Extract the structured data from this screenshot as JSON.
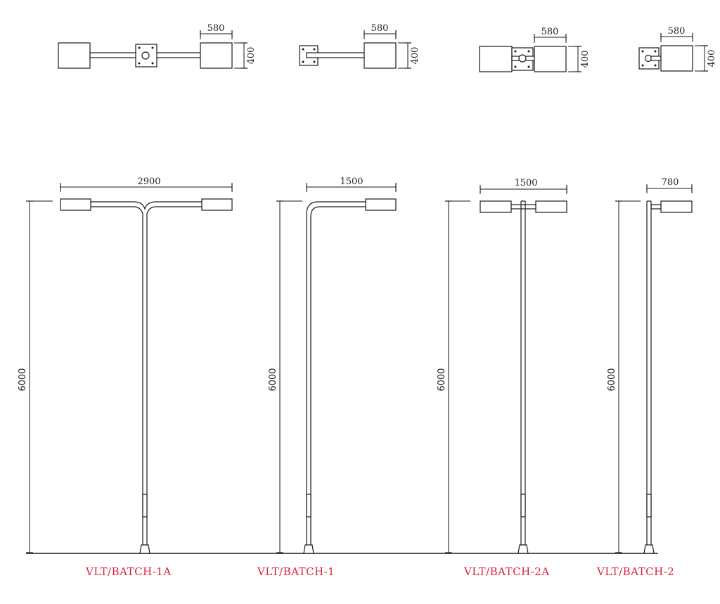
{
  "colors": {
    "line": "#1a1a1a",
    "label": "#e0203c",
    "background": "#ffffff"
  },
  "models": [
    {
      "name": "VLT/BATCH-1A",
      "plan_width": "580",
      "plan_depth": "400",
      "span": "2900",
      "height": "6000"
    },
    {
      "name": "VLT/BATCH-1",
      "plan_width": "580",
      "plan_depth": "400",
      "span": "1500",
      "height": "6000"
    },
    {
      "name": "VLT/BATCH-2A",
      "plan_width": "580",
      "plan_depth": "400",
      "span": "1500",
      "height": "6000"
    },
    {
      "name": "VLT/BATCH-2",
      "plan_width": "580",
      "plan_depth": "400",
      "span": "780",
      "height": "6000"
    }
  ]
}
